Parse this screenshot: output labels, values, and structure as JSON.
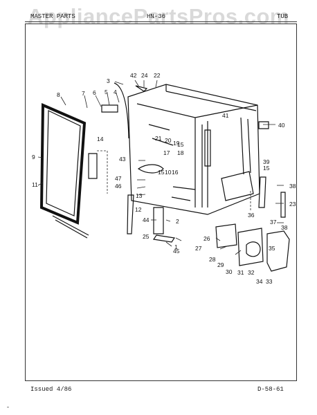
{
  "watermark": "AppliancePartsPros.com",
  "header": {
    "left": "MASTER PARTS",
    "center": "HN-36",
    "right": "TUB"
  },
  "footer": {
    "issued": "Issued 4/86",
    "page_code": "D-58-61"
  },
  "corner_mark": "-",
  "callouts": [
    "1",
    "2",
    "3",
    "4",
    "5",
    "6",
    "7",
    "8",
    "9",
    "10",
    "11",
    "12",
    "13",
    "14",
    "15",
    "16",
    "17",
    "18",
    "19",
    "20",
    "21",
    "22",
    "23",
    "24",
    "25",
    "26",
    "27",
    "28",
    "29",
    "30",
    "31",
    "32",
    "33",
    "34",
    "35",
    "36",
    "37",
    "38",
    "39",
    "40",
    "41",
    "42",
    "43",
    "44",
    "45",
    "46",
    "47"
  ]
}
